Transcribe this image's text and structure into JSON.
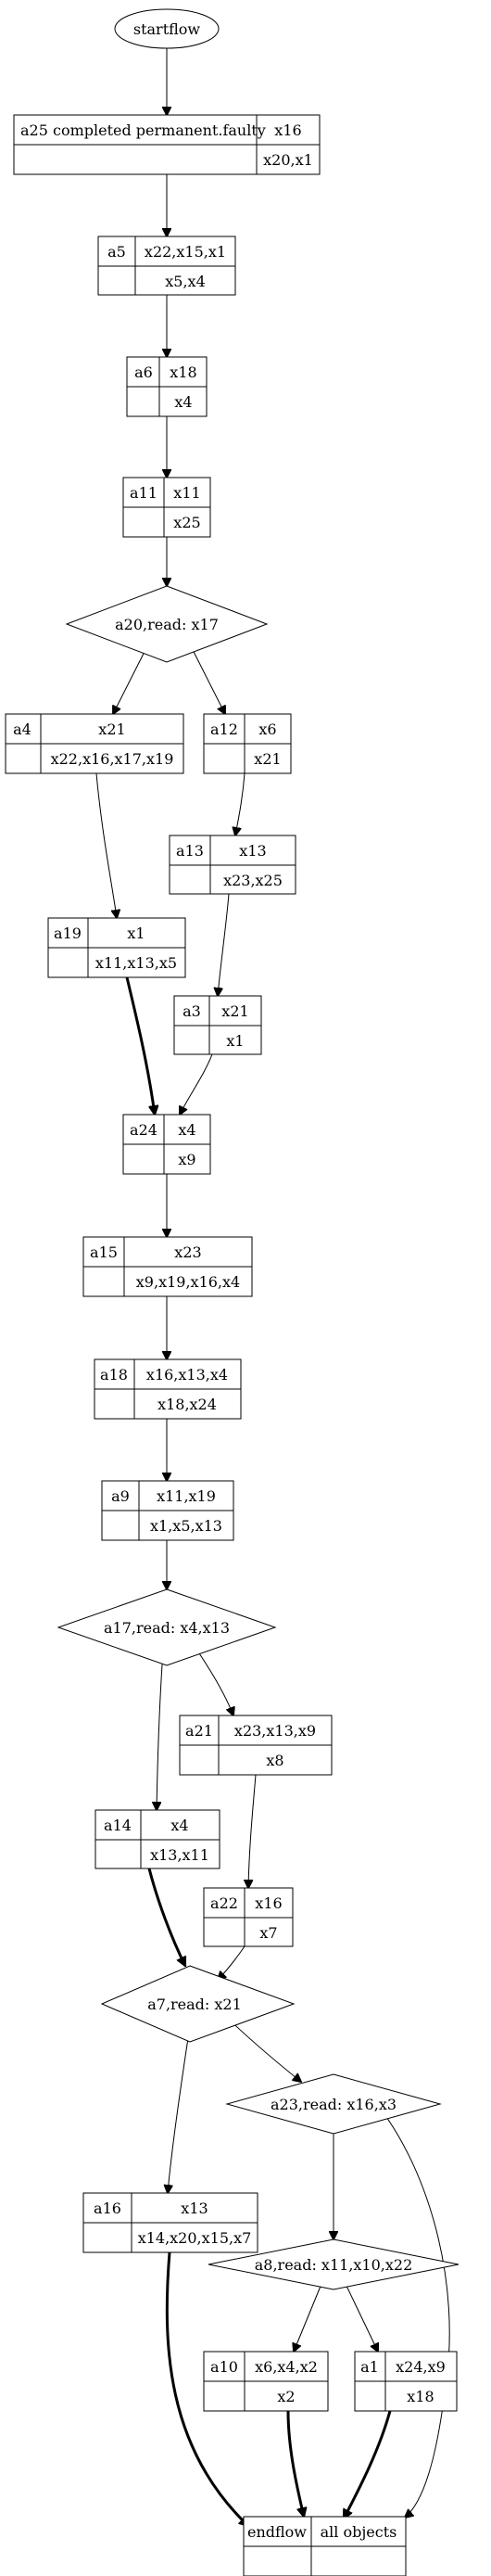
{
  "flow": {
    "start": "startflow",
    "end": {
      "left": "endflow",
      "right": "all objects"
    }
  },
  "activities": {
    "a25": {
      "id": "a25 completed permanent.faulty",
      "top": "x16",
      "bottom": "x20,x1"
    },
    "a5": {
      "id": "a5",
      "top": "x22,x15,x1",
      "bottom": "x5,x4"
    },
    "a6": {
      "id": "a6",
      "top": "x18",
      "bottom": "x4"
    },
    "a11": {
      "id": "a11",
      "top": "x11",
      "bottom": "x25"
    },
    "a4": {
      "id": "a4",
      "top": "x21",
      "bottom": "x22,x16,x17,x19"
    },
    "a12": {
      "id": "a12",
      "top": "x6",
      "bottom": "x21"
    },
    "a13": {
      "id": "a13",
      "top": "x13",
      "bottom": "x23,x25"
    },
    "a19": {
      "id": "a19",
      "top": "x1",
      "bottom": "x11,x13,x5"
    },
    "a3": {
      "id": "a3",
      "top": "x21",
      "bottom": "x1"
    },
    "a24": {
      "id": "a24",
      "top": "x4",
      "bottom": "x9"
    },
    "a15": {
      "id": "a15",
      "top": "x23",
      "bottom": "x9,x19,x16,x4"
    },
    "a18": {
      "id": "a18",
      "top": "x16,x13,x4",
      "bottom": "x18,x24"
    },
    "a9": {
      "id": "a9",
      "top": "x11,x19",
      "bottom": "x1,x5,x13"
    },
    "a21": {
      "id": "a21",
      "top": "x23,x13,x9",
      "bottom": "x8"
    },
    "a14": {
      "id": "a14",
      "top": "x4",
      "bottom": "x13,x11"
    },
    "a22": {
      "id": "a22",
      "top": "x16",
      "bottom": "x7"
    },
    "a16": {
      "id": "a16",
      "top": "x13",
      "bottom": "x14,x20,x15,x7"
    },
    "a10": {
      "id": "a10",
      "top": "x6,x4,x2",
      "bottom": "x2"
    },
    "a1": {
      "id": "a1",
      "top": "x24,x9",
      "bottom": "x18"
    }
  },
  "decisions": {
    "a20": "a20,read: x17",
    "a17": "a17,read: x4,x13",
    "a7": "a7,read: x21",
    "a23": "a23,read: x16,x3",
    "a8": "a8,read: x11,x10,x22"
  },
  "colors": {
    "stroke": "#000000",
    "background": "#ffffff"
  }
}
